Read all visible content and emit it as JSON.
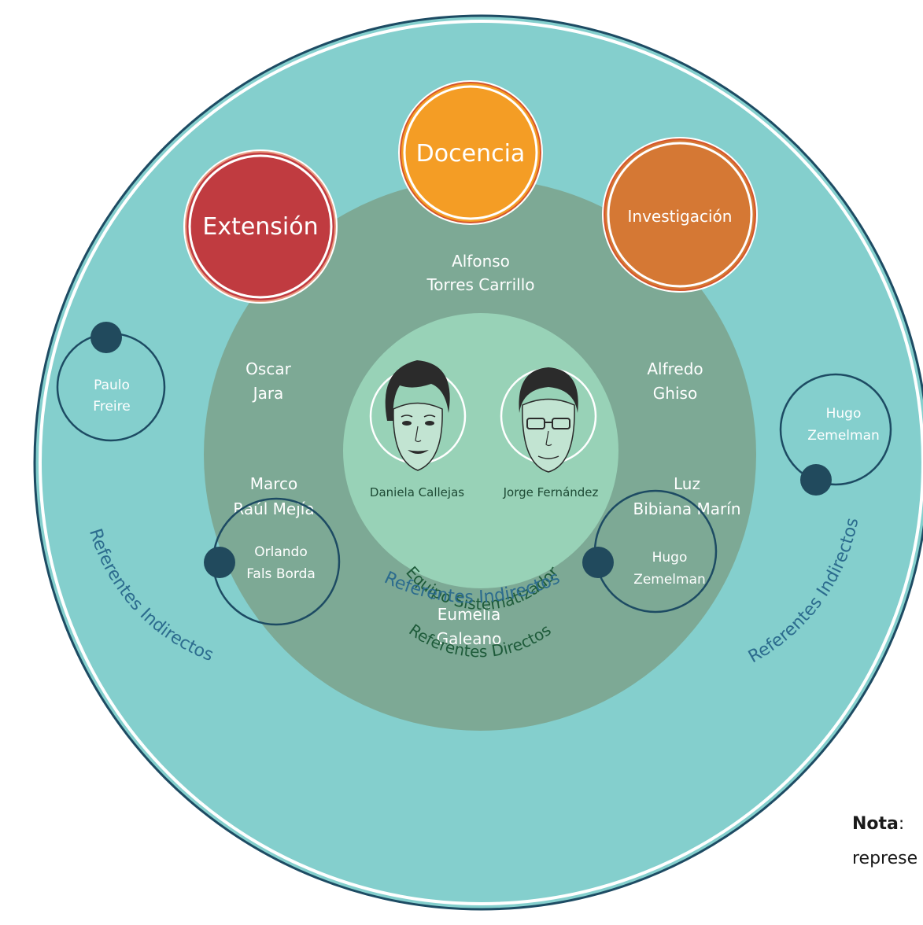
{
  "activities": [
    {
      "id": "extension",
      "label": "Extensión",
      "color": "#c03b40"
    },
    {
      "id": "docencia",
      "label": "Docencia",
      "color": "#f49d25"
    },
    {
      "id": "investigacion",
      "label": "Investigación",
      "color": "#d57834"
    }
  ],
  "direct_referents": {
    "ring_label": "Referentes Directos",
    "names": [
      {
        "id": "torres",
        "lines": [
          "Alfonso",
          "Torres Carrillo"
        ]
      },
      {
        "id": "jara",
        "lines": [
          "Oscar",
          "Jara"
        ]
      },
      {
        "id": "ghiso",
        "lines": [
          "Alfredo",
          "Ghiso"
        ]
      },
      {
        "id": "mejia",
        "lines": [
          "Marco",
          "Raúl Mejía"
        ]
      },
      {
        "id": "marin",
        "lines": [
          "Luz",
          "Bibiana Marín"
        ]
      },
      {
        "id": "galeano",
        "lines": [
          "Eumelia",
          "Galeano"
        ]
      }
    ]
  },
  "team": {
    "label": "Equipo Sistematizador",
    "members": [
      {
        "id": "callejas",
        "name": "Daniela Callejas"
      },
      {
        "id": "fernandez",
        "name": "Jorge Fernández"
      }
    ]
  },
  "indirect_referents": {
    "ring_label": "Referentes Indirectos",
    "names": [
      {
        "id": "freire",
        "lines": [
          "Paulo",
          "Freire"
        ]
      },
      {
        "id": "zemelman-right",
        "lines": [
          "Hugo",
          "Zemelman"
        ]
      },
      {
        "id": "fals-borda",
        "lines": [
          "Orlando",
          "Fals Borda"
        ]
      },
      {
        "id": "zemelman-bottom",
        "lines": [
          "Hugo",
          "Zemelman"
        ]
      }
    ]
  },
  "note": {
    "label": "Nota",
    "text": "represe"
  },
  "colors": {
    "outer_ring": "#84cfcd",
    "outer_border": "#1d4b63",
    "direct_ring": "#7da995",
    "team_circle": "#98d2b7",
    "direct_label": "#1e5b3a",
    "indirect_label": "#2c6c8e",
    "referent_dot": "#214a5d"
  }
}
